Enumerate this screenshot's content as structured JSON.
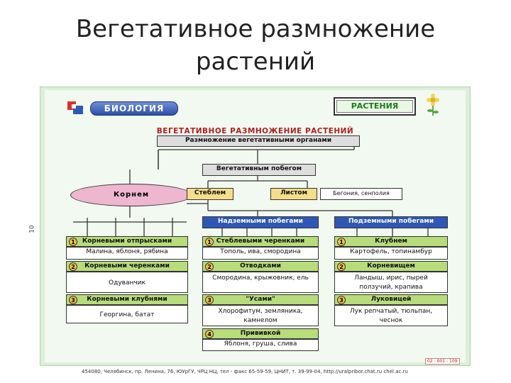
{
  "slide": {
    "title_line1": "Вегетативное размножение",
    "title_line2": "растений"
  },
  "header": {
    "logo_text": "БИОЛОГИЯ",
    "section": "РАСТЕНИЯ",
    "side_number": "10"
  },
  "diagram": {
    "title": "ВЕГЕТАТИВНОЕ РАЗМНОЖЕНИЕ РАСТЕНИЙ",
    "root": "Размножение вегетативными органами",
    "shoot": "Вегетативным побегом",
    "roots": "Корнем",
    "stem": "Стеблем",
    "leaf": "Листом",
    "leaf_examples": "Бегония, сенполия",
    "above": "Надземными побегами",
    "below": "Подземными побегами",
    "root_methods": [
      {
        "n": "1",
        "name": "Корневыми отпрысками",
        "ex": "Малина, яблоня, рябина"
      },
      {
        "n": "2",
        "name": "Корневыми черенками",
        "ex": "Одуванчик"
      },
      {
        "n": "3",
        "name": "Корневыми клубнями",
        "ex": "Георгина, батат"
      }
    ],
    "above_methods": [
      {
        "n": "1",
        "name": "Стеблевыми черенками",
        "ex": "Тополь, ива, смородина"
      },
      {
        "n": "2",
        "name": "Отводками",
        "ex": "Смородина, крыжовник, ель"
      },
      {
        "n": "3",
        "name": "\"Усами\"",
        "ex": "Хлорофитум, земляника, камнелом"
      },
      {
        "n": "4",
        "name": "Прививкой",
        "ex": "Яблоня, груша, слива"
      }
    ],
    "below_methods": [
      {
        "n": "1",
        "name": "Клубнем",
        "ex": "Картофель, топинамбур"
      },
      {
        "n": "2",
        "name": "Корневищем",
        "ex": "Ландыш, ирис, пырей ползучий, крапива"
      },
      {
        "n": "3",
        "name": "Луковицей",
        "ex": "Лук репчатый, тюльпан, чеснок"
      }
    ]
  },
  "footer": {
    "address": "454080, Челябинск, пр. Ленина, 76, ЮУрГУ, ЧРЦ НЦ, тел - факс 65-59-59, ЦНИТ, т. 39-99-04, http://uralpribor.chat.ru chel.ac.ru",
    "code": "02 - 001 - 109"
  },
  "colors": {
    "accent_blue": "#2f58b6",
    "green": "#b7dc7a",
    "yellow": "#f5dd8a",
    "pink": "#efb6d0",
    "title_red": "#b01e1e"
  }
}
